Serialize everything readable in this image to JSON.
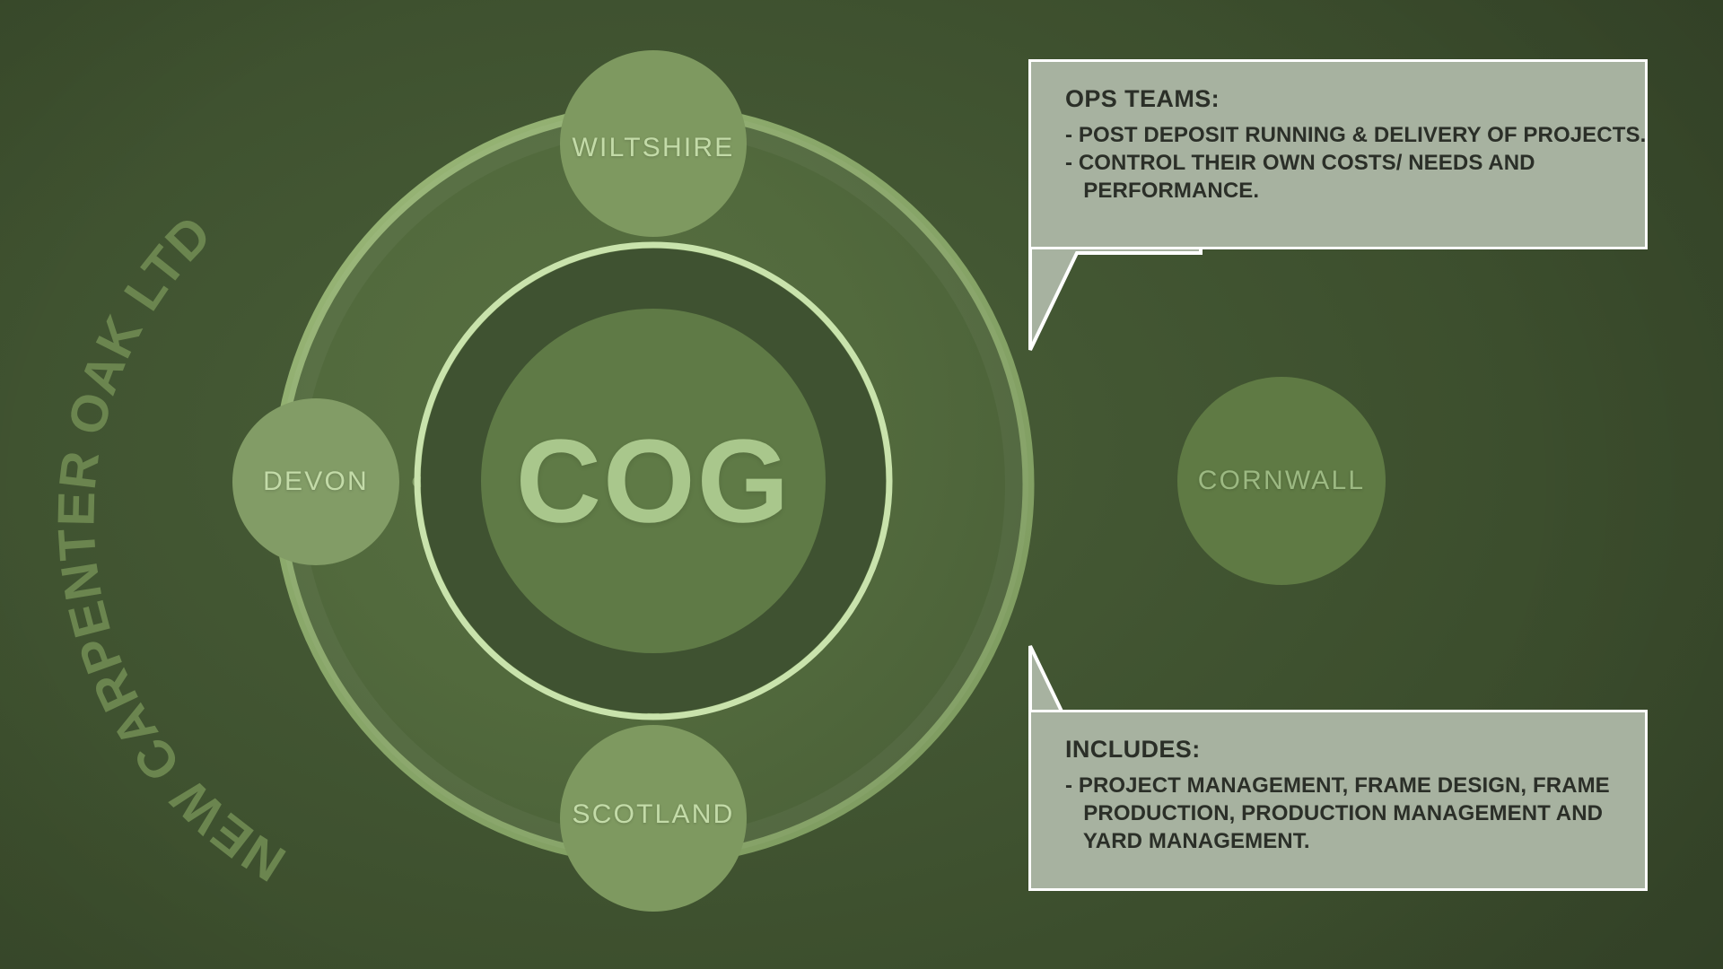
{
  "background": {
    "base_color": "#3b4e2e",
    "inner_color": "#4a6037"
  },
  "brand": {
    "curved_text": "NEW CARPENTER OAK LTD",
    "curved_text_color": "#6f8a52"
  },
  "diagram": {
    "center": {
      "label": "COG",
      "label_color": "#a9c78c",
      "ring_color": "#c9e3ac",
      "band_color": "#3e5130",
      "core_color": "#5f7a46"
    },
    "outer_ring_color": "#7e9a5e",
    "connector_dot_color": "#7f9a62",
    "nodes": [
      {
        "id": "wiltshire",
        "label": "WILTSHIRE",
        "position": "top",
        "color": "#7e9960",
        "label_color": "#c8dfae"
      },
      {
        "id": "devon",
        "label": "DEVON",
        "position": "left",
        "color": "#829c66",
        "label_color": "#c8dfae"
      },
      {
        "id": "scotland",
        "label": "SCOTLAND",
        "position": "bottom",
        "color": "#7e9960",
        "label_color": "#c8dfae"
      },
      {
        "id": "cornwall",
        "label": "CORNWALL",
        "position": "right-outside",
        "color": "#5f7a44",
        "label_color": "#8fae73"
      }
    ]
  },
  "callouts": [
    {
      "id": "ops-teams",
      "title": "OPS TEAMS:",
      "lines": [
        "- POST DEPOSIT RUNNING & DELIVERY OF PROJECTS.",
        "- CONTROL THEIR OWN COSTS/ NEEDS AND",
        "   PERFORMANCE."
      ],
      "fill": "#a7b2a0",
      "border": "#ffffff",
      "text_color": "#2b2f28"
    },
    {
      "id": "includes",
      "title": "INCLUDES:",
      "lines": [
        "- PROJECT MANAGEMENT, FRAME DESIGN, FRAME",
        "   PRODUCTION, PRODUCTION MANAGEMENT AND",
        "   YARD MANAGEMENT."
      ],
      "fill": "#a7b2a0",
      "border": "#ffffff",
      "text_color": "#2b2f28"
    }
  ]
}
